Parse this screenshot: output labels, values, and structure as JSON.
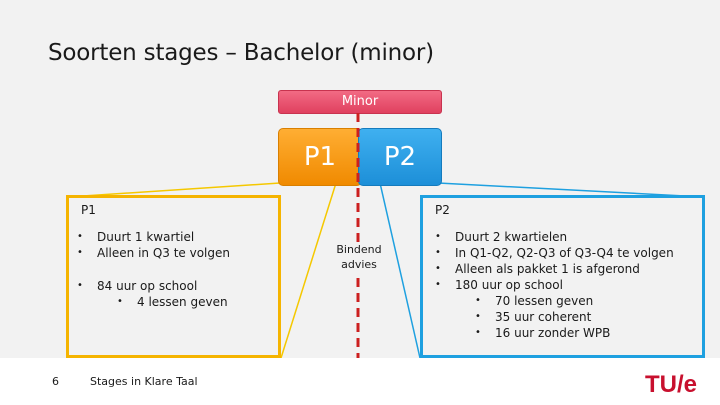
{
  "slide": {
    "title": "Soorten stages – Bachelor (minor)",
    "page_number": "6",
    "footer": "Stages in Klare Taal",
    "logo_text": "TU/e"
  },
  "diagram": {
    "minor_label": "Minor",
    "p1_block": "P1",
    "p2_block": "P2",
    "advies_lines": [
      "Bindend",
      "advies"
    ],
    "colors": {
      "minor": "#e84c6a",
      "p1": "#f59a12",
      "p2": "#2aa0e6",
      "p1_frame": "#f5b400",
      "p2_frame": "#1ea0e0",
      "divider": "#cc2020",
      "logo": "#c8102e"
    }
  },
  "p1_box": {
    "heading": "P1",
    "items": [
      "Duurt 1 kwartiel",
      "Alleen in Q3 te volgen"
    ],
    "items2": [
      "84 uur op school"
    ],
    "subitems": [
      "4 lessen geven"
    ]
  },
  "p2_box": {
    "heading": "P2",
    "items": [
      "Duurt 2 kwartielen",
      "In Q1-Q2, Q2-Q3 of Q3-Q4 te volgen",
      "Alleen als pakket 1 is afgerond",
      "180 uur op school"
    ],
    "subitems": [
      "70 lessen geven",
      "35 uur coherent",
      "16 uur zonder WPB"
    ]
  }
}
